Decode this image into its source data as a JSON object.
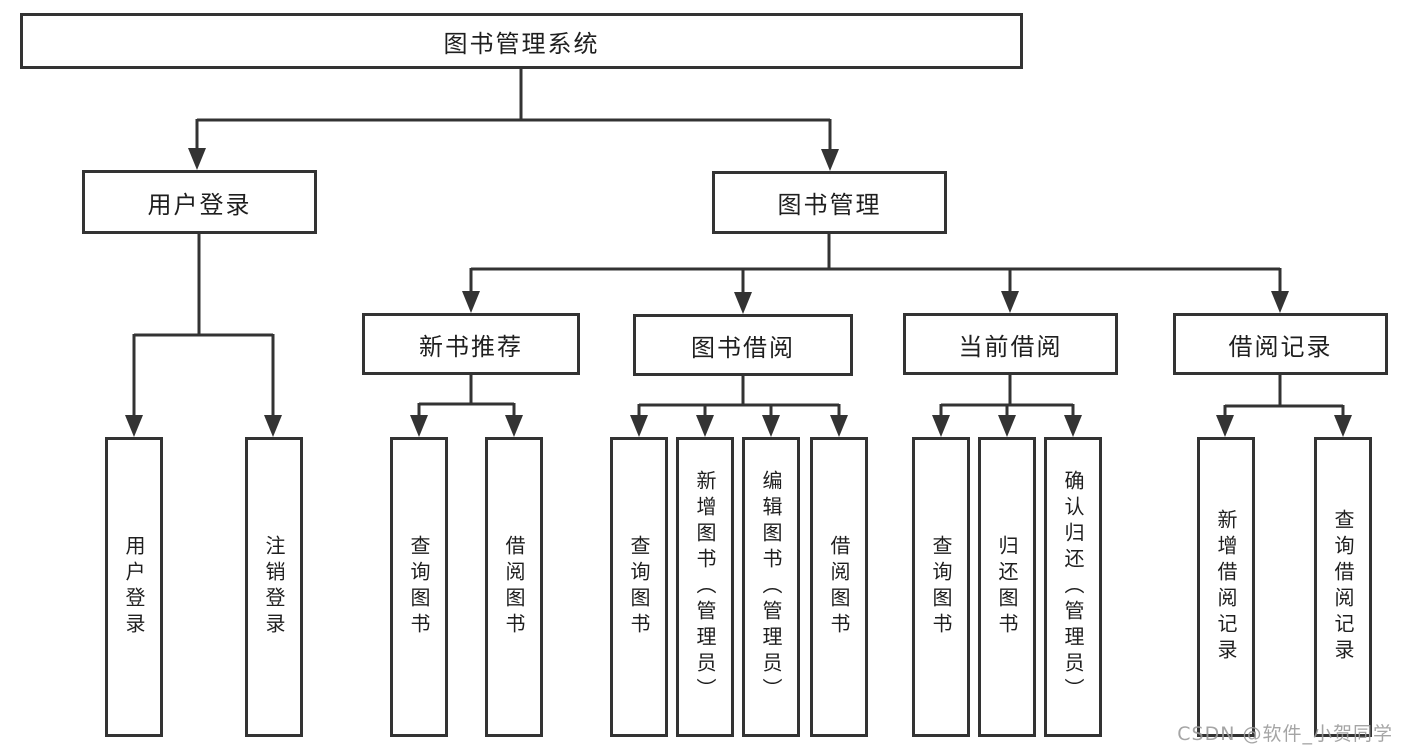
{
  "diagram": {
    "type": "tree",
    "root": {
      "label": "图书管理系统"
    },
    "level2": [
      {
        "label": "用户登录",
        "parent": "图书管理系统"
      },
      {
        "label": "图书管理",
        "parent": "图书管理系统"
      }
    ],
    "level3": [
      {
        "label": "新书推荐",
        "parent": "图书管理"
      },
      {
        "label": "图书借阅",
        "parent": "图书管理"
      },
      {
        "label": "当前借阅",
        "parent": "图书管理"
      },
      {
        "label": "借阅记录",
        "parent": "图书管理"
      }
    ],
    "leaves": [
      {
        "label": "用户登录",
        "parent": "用户登录"
      },
      {
        "label": "注销登录",
        "parent": "用户登录"
      },
      {
        "label": "查询图书",
        "parent": "新书推荐"
      },
      {
        "label": "借阅图书",
        "parent": "新书推荐"
      },
      {
        "label": "查询图书",
        "parent": "图书借阅"
      },
      {
        "label": "新增图书（管理员）",
        "parent": "图书借阅"
      },
      {
        "label": "编辑图书（管理员）",
        "parent": "图书借阅"
      },
      {
        "label": "借阅图书",
        "parent": "图书借阅"
      },
      {
        "label": "查询图书",
        "parent": "当前借阅"
      },
      {
        "label": "归还图书",
        "parent": "当前借阅"
      },
      {
        "label": "确认归还（管理员）",
        "parent": "当前借阅"
      },
      {
        "label": "新增借阅记录",
        "parent": "借阅记录"
      },
      {
        "label": "查询借阅记录",
        "parent": "借阅记录"
      }
    ]
  },
  "watermark": "CSDN @软件_小贺同学",
  "colors": {
    "background": "#ffffff",
    "line": "#333333",
    "box_border": "#333333",
    "text": "#1f1f1f",
    "watermark": "#9c9c9c"
  }
}
